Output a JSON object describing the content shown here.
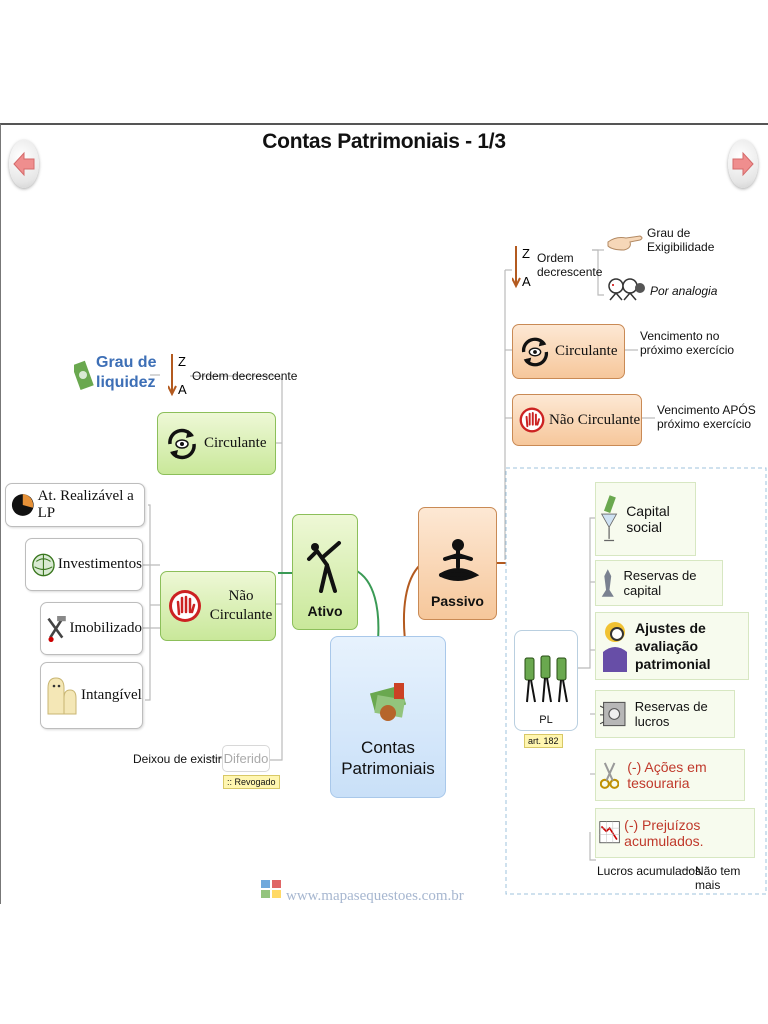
{
  "title": "Contas Patrimoniais - 1/3",
  "nav": {
    "prev": "arrow-left-icon",
    "next": "arrow-right-icon"
  },
  "center": {
    "label_line1": "Contas",
    "label_line2": "Patrimoniais"
  },
  "ativo": {
    "label": "Ativo",
    "liquidez_line1": "Grau de",
    "liquidez_line2": "liquidez",
    "order_label": "Ordem decrescente",
    "circulante": "Circulante",
    "nao_circulante_line1": "Não",
    "nao_circulante_line2": "Circulante",
    "nc_items": [
      "At. Realizável a LP",
      "Investimentos",
      "Imobilizado",
      "Intangível"
    ],
    "diferido": "Diferido",
    "diferido_note": "Deixou de existir",
    "revogado": ":: Revogado"
  },
  "passivo": {
    "label": "Passivo",
    "order_line1": "Ordem",
    "order_line2": "decrescente",
    "grau_line1": "Grau de",
    "grau_line2": "Exigibilidade",
    "analogia": "Por analogia",
    "circulante": "Circulante",
    "circulante_note_line1": "Vencimento no",
    "circulante_note_line2": "próximo exercício",
    "nao_circulante": "Não Circulante",
    "nc_note_line1": "Vencimento APÓS",
    "nc_note_line2": "próximo exercício"
  },
  "pl": {
    "label": "PL",
    "tag": "art. 182",
    "items": [
      "Capital social",
      "Reservas de capital",
      "Ajustes de avaliação patrimonial",
      "Reservas de lucros",
      "(-) Ações em tesouraria",
      "(-) Prejuízos acumulados."
    ],
    "lucros": "Lucros acumulados",
    "lucros_note": "Não tem mais"
  },
  "footer": "www.mapasequestoes.com.br",
  "colors": {
    "green": "#c9e89a",
    "peach": "#f6c79b",
    "center": "#d6e8fb",
    "red_text": "#c0392b"
  }
}
